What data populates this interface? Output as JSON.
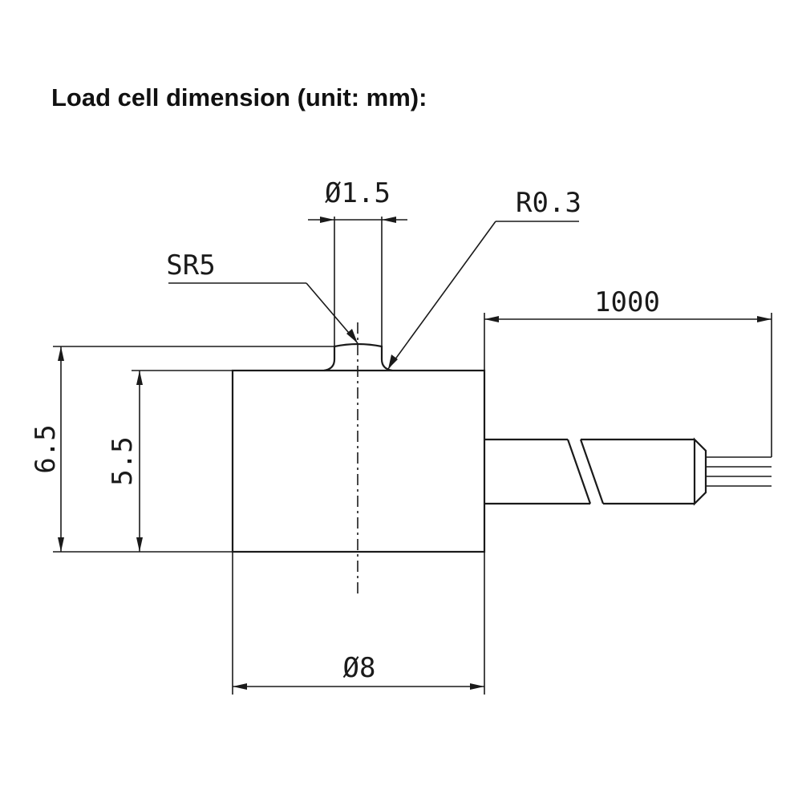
{
  "title": "Load cell dimension (unit: mm):",
  "dimensions": {
    "pin_diameter": "Ø1.5",
    "fillet_radius": "R0.3",
    "sphere_radius": "SR5",
    "cable_length": "1000",
    "total_height": "6.5",
    "body_height": "5.5",
    "body_diameter": "Ø8"
  }
}
